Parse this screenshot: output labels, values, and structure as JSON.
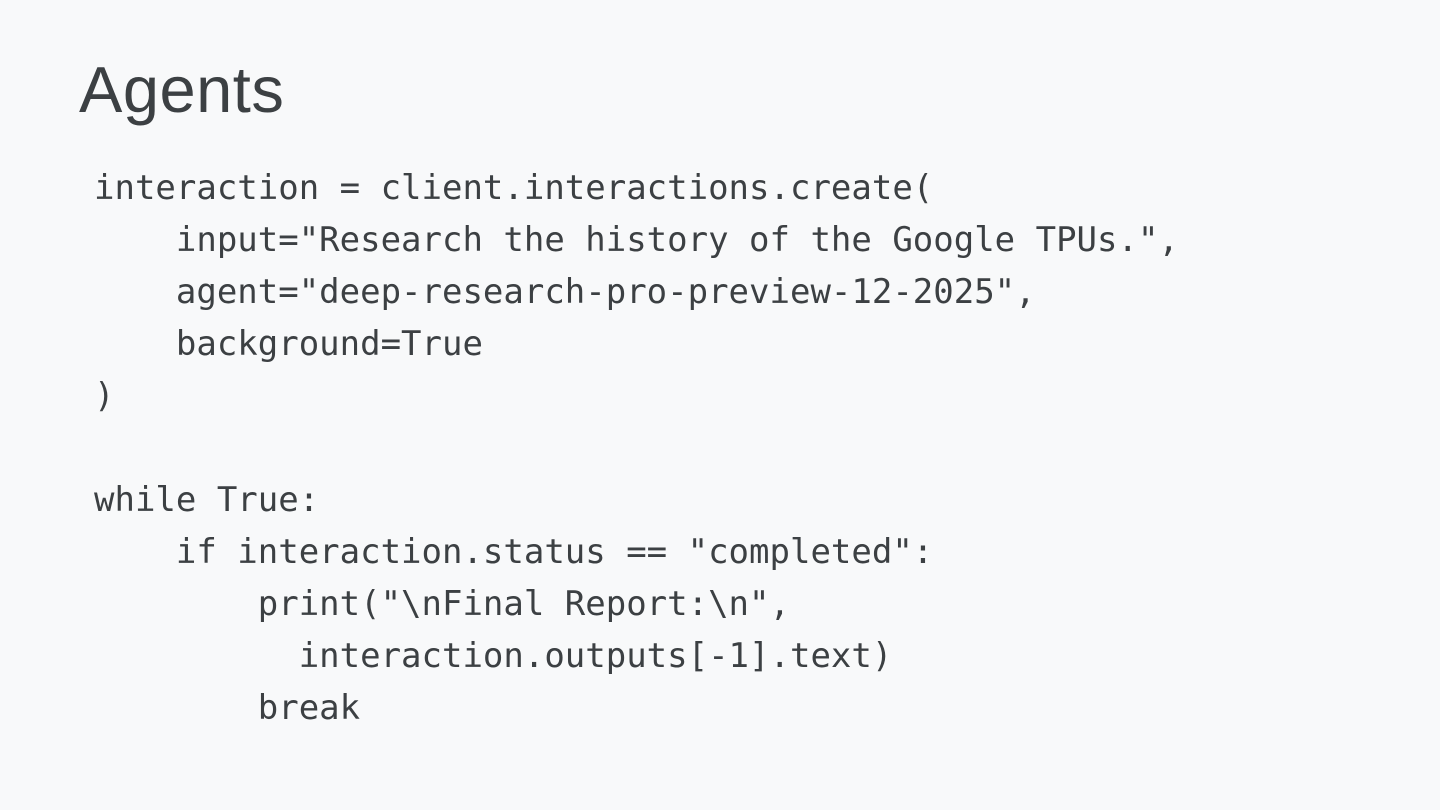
{
  "slide": {
    "title": "Agents",
    "background_color": "#f8f9fa",
    "title_color": "#3c4043",
    "code_color": "#3c4043",
    "code_language": "python",
    "code_lines": [
      "interaction = client.interactions.create(",
      "    input=\"Research the history of the Google TPUs.\",",
      "    agent=\"deep-research-pro-preview-12-2025\",",
      "    background=True",
      ")",
      "",
      "while True:",
      "    if interaction.status == \"completed\":",
      "        print(\"\\nFinal Report:\\n\",",
      "          interaction.outputs[-1].text)",
      "        break"
    ]
  }
}
